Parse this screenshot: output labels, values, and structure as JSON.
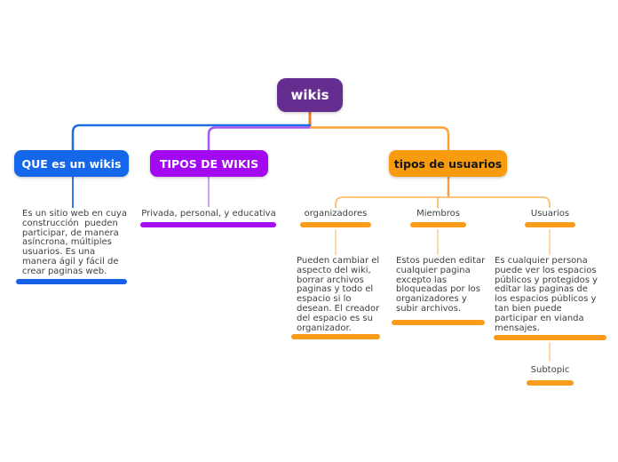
{
  "app": {
    "type": "mind-map",
    "background": "#ffffff"
  },
  "root": {
    "label": "wikis"
  },
  "branches": {
    "que": {
      "label": "QUE es un wikis",
      "paragraph": "Es un sitio web en cuya\nconstrucción  pueden\nparticipar, de manera\nasíncrona, múltiples\nusuarios. Es una\nmanera ágil y fácil de\ncrear paginas web."
    },
    "tipos_wikis": {
      "label": "TIPOS DE WIKIS",
      "child_label": "Privada, personal, y educativa"
    },
    "tipos_usuarios": {
      "label": "tipos de usuarios",
      "children": {
        "organizadores": {
          "label": "organizadores",
          "paragraph": "Pueden cambiar el\naspecto del wiki,\nborrar archivos\npaginas y todo el\nespacio si lo\ndesean. El creador\ndel espacio es su\norganizador."
        },
        "miembros": {
          "label": "Miembros",
          "paragraph": "Estos pueden editar\ncualquier pagina\nexcepto las\nbloqueadas por los\norganizadores y\nsubir archivos."
        },
        "usuarios": {
          "label": "Usuarios",
          "paragraph": "Es cualquier persona\npuede ver los espacios\npúblicos y protegidos y\neditar las paginas de\nlos espacios públicos y\ntan bien puede\nparticipar en vianda\nmensajes.",
          "subtopic_label": "Subtopic"
        }
      }
    }
  },
  "colors": {
    "root_bg": "#662d91",
    "que_bg": "#1467e8",
    "tipos_wikis_bg": "#a308f0",
    "tipos_usuarios_bg": "#f89c0e",
    "blue_underline": "#1560e8",
    "purple_underline": "#a50ef0",
    "orange_underline": "#f89c1b",
    "root_stub_line": "#e87c28",
    "blue_line": "#1f6ce0",
    "purple_line": "#a855f0",
    "orange_line": "#ffa033",
    "light_purple_line": "#c9a4f0",
    "blue_sub_line": "#3b76e8",
    "light_orange_line": "#fbc57c",
    "lighter_orange_line": "#fcd9ab",
    "topic_text": "#3f3f3f"
  }
}
